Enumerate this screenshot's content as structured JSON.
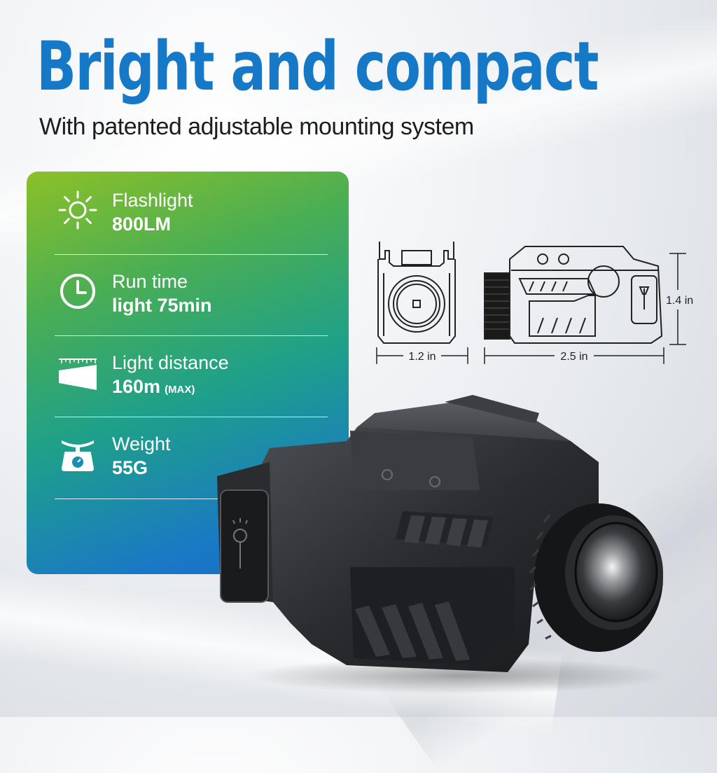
{
  "headline": "Bright and compact",
  "subtitle": "With patented adjustable mounting system",
  "specs": [
    {
      "icon": "sun-icon",
      "label": "Flashlight",
      "value": "800LM",
      "suffix": ""
    },
    {
      "icon": "clock-icon",
      "label": "Run time",
      "value": "light 75min",
      "suffix": ""
    },
    {
      "icon": "beam-distance-icon",
      "label": "Light distance",
      "value": "160m",
      "suffix": "(MAX)"
    },
    {
      "icon": "scale-icon",
      "label": "Weight",
      "value": "55G",
      "suffix": ""
    }
  ],
  "dimensions": {
    "width": "1.2 in",
    "length": "2.5 in",
    "height": "1.4 in"
  },
  "colors": {
    "headline": "#1679c8",
    "panel_start": "#8cc028",
    "panel_end": "#1d67c6"
  }
}
